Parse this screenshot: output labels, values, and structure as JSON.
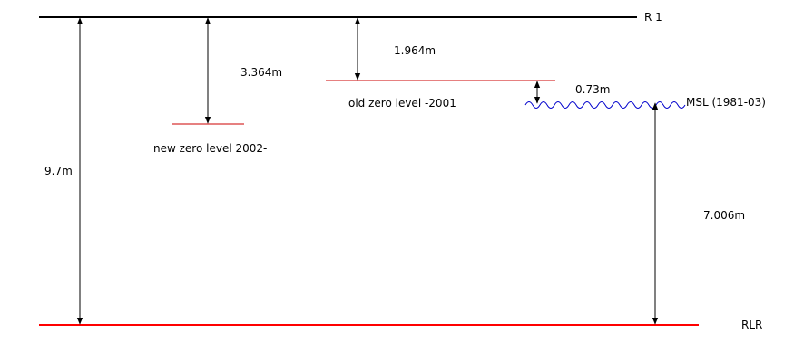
{
  "diagram": {
    "reference_mark": "R 1",
    "datum": "RLR",
    "levels": {
      "new_zero": "new zero level 2002-",
      "old_zero": "old zero level -2001",
      "msl": "MSL (1981-03)"
    },
    "dimensions": {
      "r1_to_rlr": "9.7m",
      "r1_to_new_zero": "3.364m",
      "r1_to_old_zero": "1.964m",
      "old_zero_to_msl": "0.73m",
      "msl_to_rlr": "7.006m"
    },
    "colors": {
      "reference_line": "#000000",
      "datum_line": "#ff0000",
      "zero_levels": "#cc0000",
      "msl_wave": "#0000cc",
      "arrows": "#000000"
    }
  }
}
